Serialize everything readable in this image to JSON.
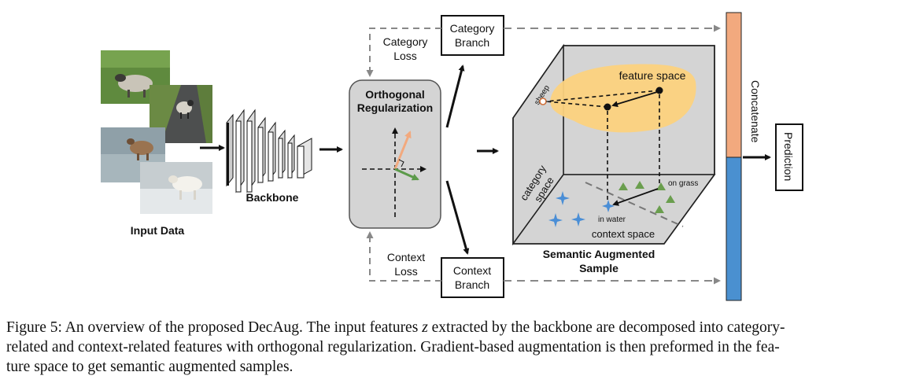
{
  "figure": {
    "input_data_label": "Input Data",
    "backbone_label": "Backbone",
    "orthogonal_title_line1": "Orthogonal",
    "orthogonal_title_line2": "Regularization",
    "category_loss_line1": "Category",
    "category_loss_line2": "Loss",
    "category_branch_line1": "Category",
    "category_branch_line2": "Branch",
    "context_loss_line1": "Context",
    "context_loss_line2": "Loss",
    "context_branch_line1": "Context",
    "context_branch_line2": "Branch",
    "feature_space_label": "feature space",
    "sheep_label": "sheep",
    "category_space_line1": "category",
    "category_space_line2": "space",
    "context_space_label": "context space",
    "on_grass_label": "on grass",
    "in_water_label": "in water",
    "semantic_title_line1": "Semantic Augmented",
    "semantic_title_line2": "Sample",
    "concatenate_label": "Concatenate",
    "prediction_label": "Prediction",
    "colors": {
      "concat_top": "#f2a97e",
      "concat_bottom": "#4a90d0",
      "feature_space_fill": "#fcd27e",
      "cube_fill": "#d4d4d4",
      "triangle_green": "#6a9e4e",
      "star_blue": "#4a8ed6",
      "arrow_orange": "#f2a97e",
      "arrow_green": "#5c9a4a"
    }
  },
  "caption": {
    "line1_a": "Figure 5: An overview of the proposed DecAug. The input features ",
    "var_z": "z",
    "line1_b": " extracted by the backbone are decomposed into category-",
    "line2": "related and context-related features with orthogonal regularization. Gradient-based augmentation is then preformed in the fea-",
    "line3": "ture space to get semantic augmented samples."
  }
}
